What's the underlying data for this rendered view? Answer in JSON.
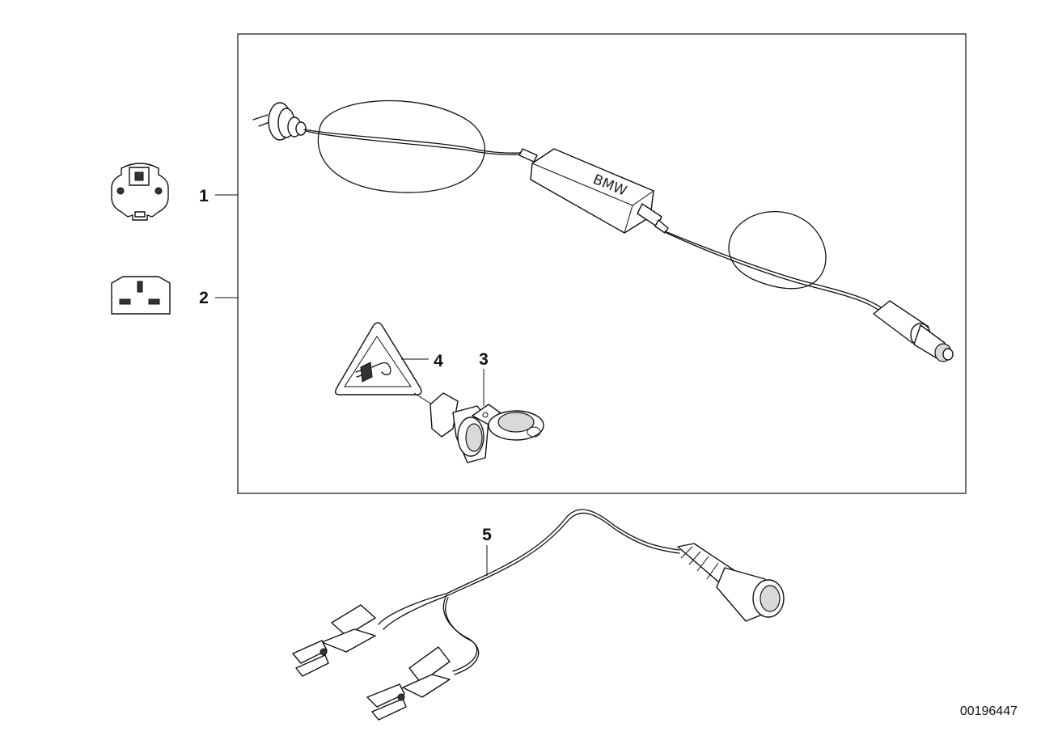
{
  "callouts": [
    {
      "id": "1",
      "label": "1",
      "part": "charger-with-schuko-plug"
    },
    {
      "id": "2",
      "label": "2",
      "part": "charger-with-uk-plug"
    },
    {
      "id": "3",
      "label": "3",
      "part": "socket-adapter"
    },
    {
      "id": "4",
      "label": "4",
      "part": "warning-label"
    },
    {
      "id": "5",
      "label": "5",
      "part": "battery-clamp-cable"
    }
  ],
  "charger": {
    "brand_text": "BMW"
  },
  "document_number": "00196447"
}
